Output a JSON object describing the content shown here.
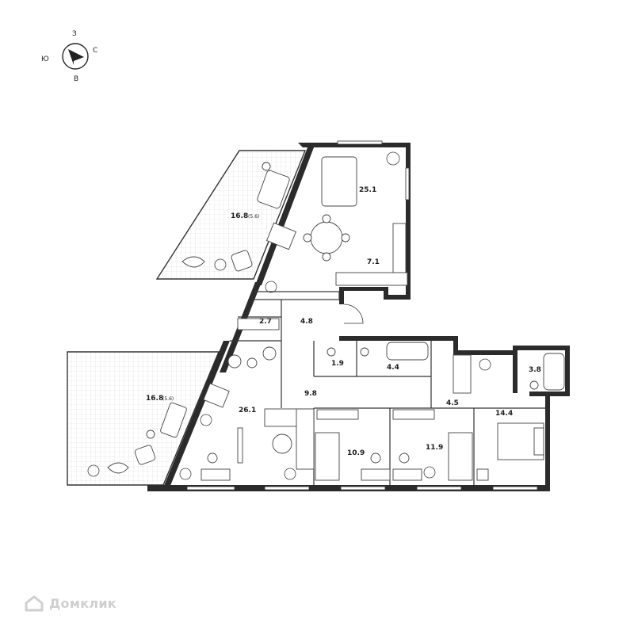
{
  "compass": {
    "north_letter": "З",
    "east_letter": "С",
    "south_letter": "В",
    "west_letter": "Ю"
  },
  "rooms": {
    "balcony_top": {
      "area": "16.8",
      "sub": "(5.6)"
    },
    "balcony_bottom": {
      "area": "16.8",
      "sub": "(5.6)"
    },
    "living_top": "25.1",
    "kitchen": "7.1",
    "hall": "4.8",
    "storage": "2.7",
    "wc_small": "1.9",
    "bath_main": "4.4",
    "corridor": "9.8",
    "living_bottom": "26.1",
    "bedroom_1": "10.9",
    "bedroom_2": "11.9",
    "corridor_2": "4.5",
    "bedroom_master": "14.4",
    "bath_master": "3.8"
  },
  "watermark": {
    "text": "Домклик"
  }
}
